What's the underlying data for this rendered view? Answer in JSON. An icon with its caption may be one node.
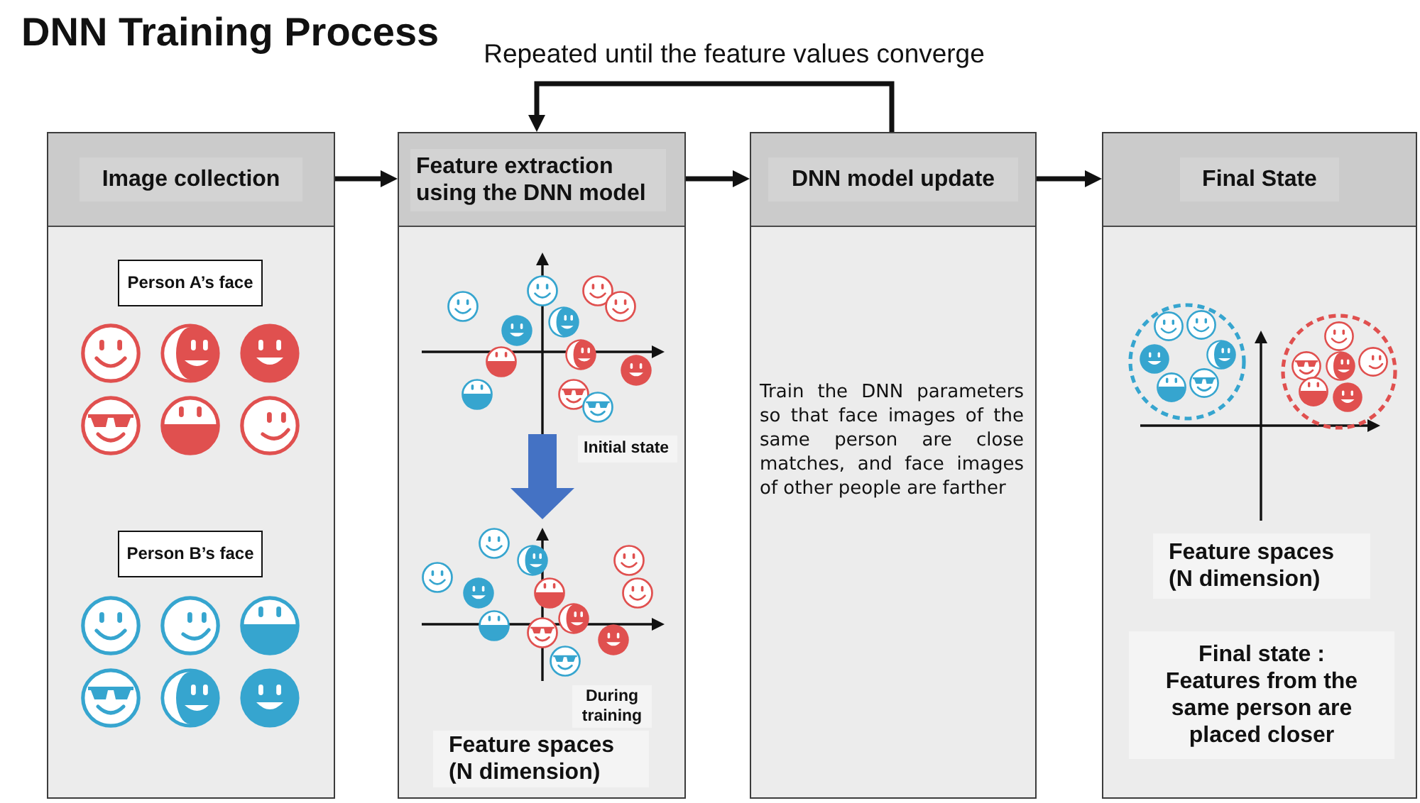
{
  "diagram": {
    "title": "DNN Training Process",
    "nodes": [
      {
        "text": [
          "Image collection"
        ]
      },
      {
        "text": [
          "Person A’s face"
        ],
        "in": 0
      },
      {
        "text": [
          "Person B’s face"
        ],
        "in": 0
      },
      {
        "text": [
          "Feature extraction using the DNN model",
          "Feature spaces (N dimension)"
        ]
      },
      {
        "text": [],
        "shape": "picture",
        "in": 3,
        "beside": [
          "Initial state"
        ]
      },
      {
        "text": [],
        "shape": "picture",
        "in": 3,
        "beside": [
          "During training"
        ]
      },
      {
        "text": [
          "DNN model update",
          "Train the DNN parameters so that face images of the same person are close matches, and face images of other people are farther"
        ]
      },
      {
        "text": [
          "Final State",
          "Feature spaces (N dimension)",
          "Final state : Features from the same person are placed closer"
        ]
      }
    ],
    "edges": [
      {
        "from": 0,
        "to": 3,
        "arrow": "to"
      },
      {
        "from": 3,
        "to": 6,
        "arrow": "to"
      },
      {
        "from": 6,
        "to": 7,
        "arrow": "to"
      },
      {
        "from": 6,
        "to": 3,
        "arrow": "to",
        "label": "Repeated until the feature values converge"
      },
      {
        "from": 4,
        "to": 5,
        "arrow": "to",
        "style": "thick",
        "color": "#4472c4"
      }
    ]
  }
}
